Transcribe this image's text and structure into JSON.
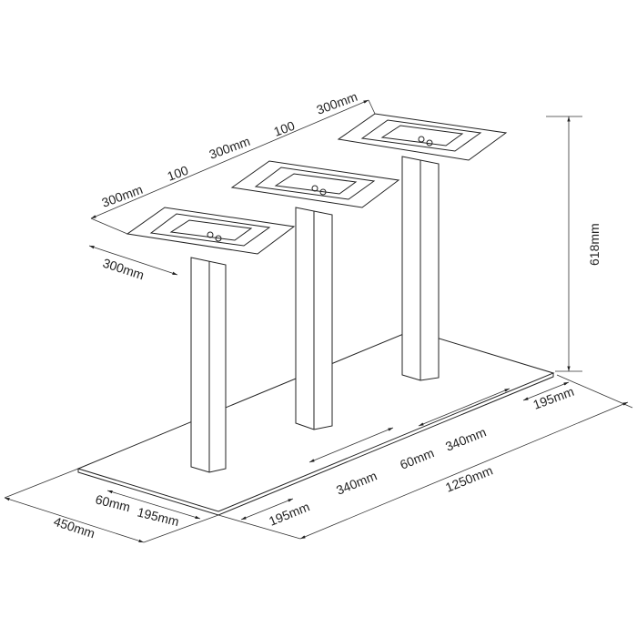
{
  "dimensions": {
    "top_plate_depth_right": "300mm",
    "spacing_right": "100",
    "top_plate_width_middle": "300mm",
    "spacing_left": "100",
    "top_plate_width_left": "300mm",
    "top_plate_depth_left": "300mm",
    "height": "618mm",
    "base_end_right": "195mm",
    "base_gap_right": "340mm",
    "post_width_right": "60mm",
    "base_gap_left": "340mm",
    "total_length": "1250mm",
    "base_end_left": "195mm",
    "post_depth": "60mm",
    "base_offset_depth": "195mm",
    "base_depth": "450mm"
  }
}
